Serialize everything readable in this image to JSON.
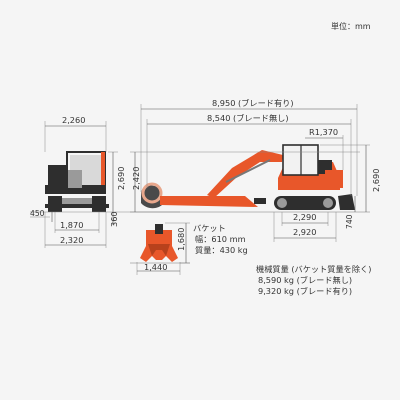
{
  "unit_label": "単位：mm",
  "colors": {
    "body": "#e8572a",
    "track": "#2e2e2e",
    "line": "#555555"
  },
  "dimensions": {
    "front_width": "2,260",
    "front_height": "2,690",
    "boom_height": "2,420",
    "ground_clearance": "360",
    "blade_drop": "450",
    "track_center": "1,870",
    "overall_width": "2,320",
    "length_with_blade": "8,950 (ブレード有り)",
    "length_without_blade": "8,540 (ブレード無し)",
    "tail_radius": "R1,370",
    "side_height": "2,690",
    "shoe_height": "740",
    "tumbler_distance": "2,290",
    "track_length": "2,920",
    "bucket_height": "1,680",
    "bucket_open_width": "1,440"
  },
  "bucket_spec": {
    "title": "バケット",
    "width": "幅：610 mm",
    "mass": "質量：430 kg"
  },
  "machine_mass": {
    "title": "機械質量 (バケット質量を除く)",
    "without_blade": "8,590 kg (ブレード無し)",
    "with_blade": "9,320 kg (ブレード有り)"
  }
}
